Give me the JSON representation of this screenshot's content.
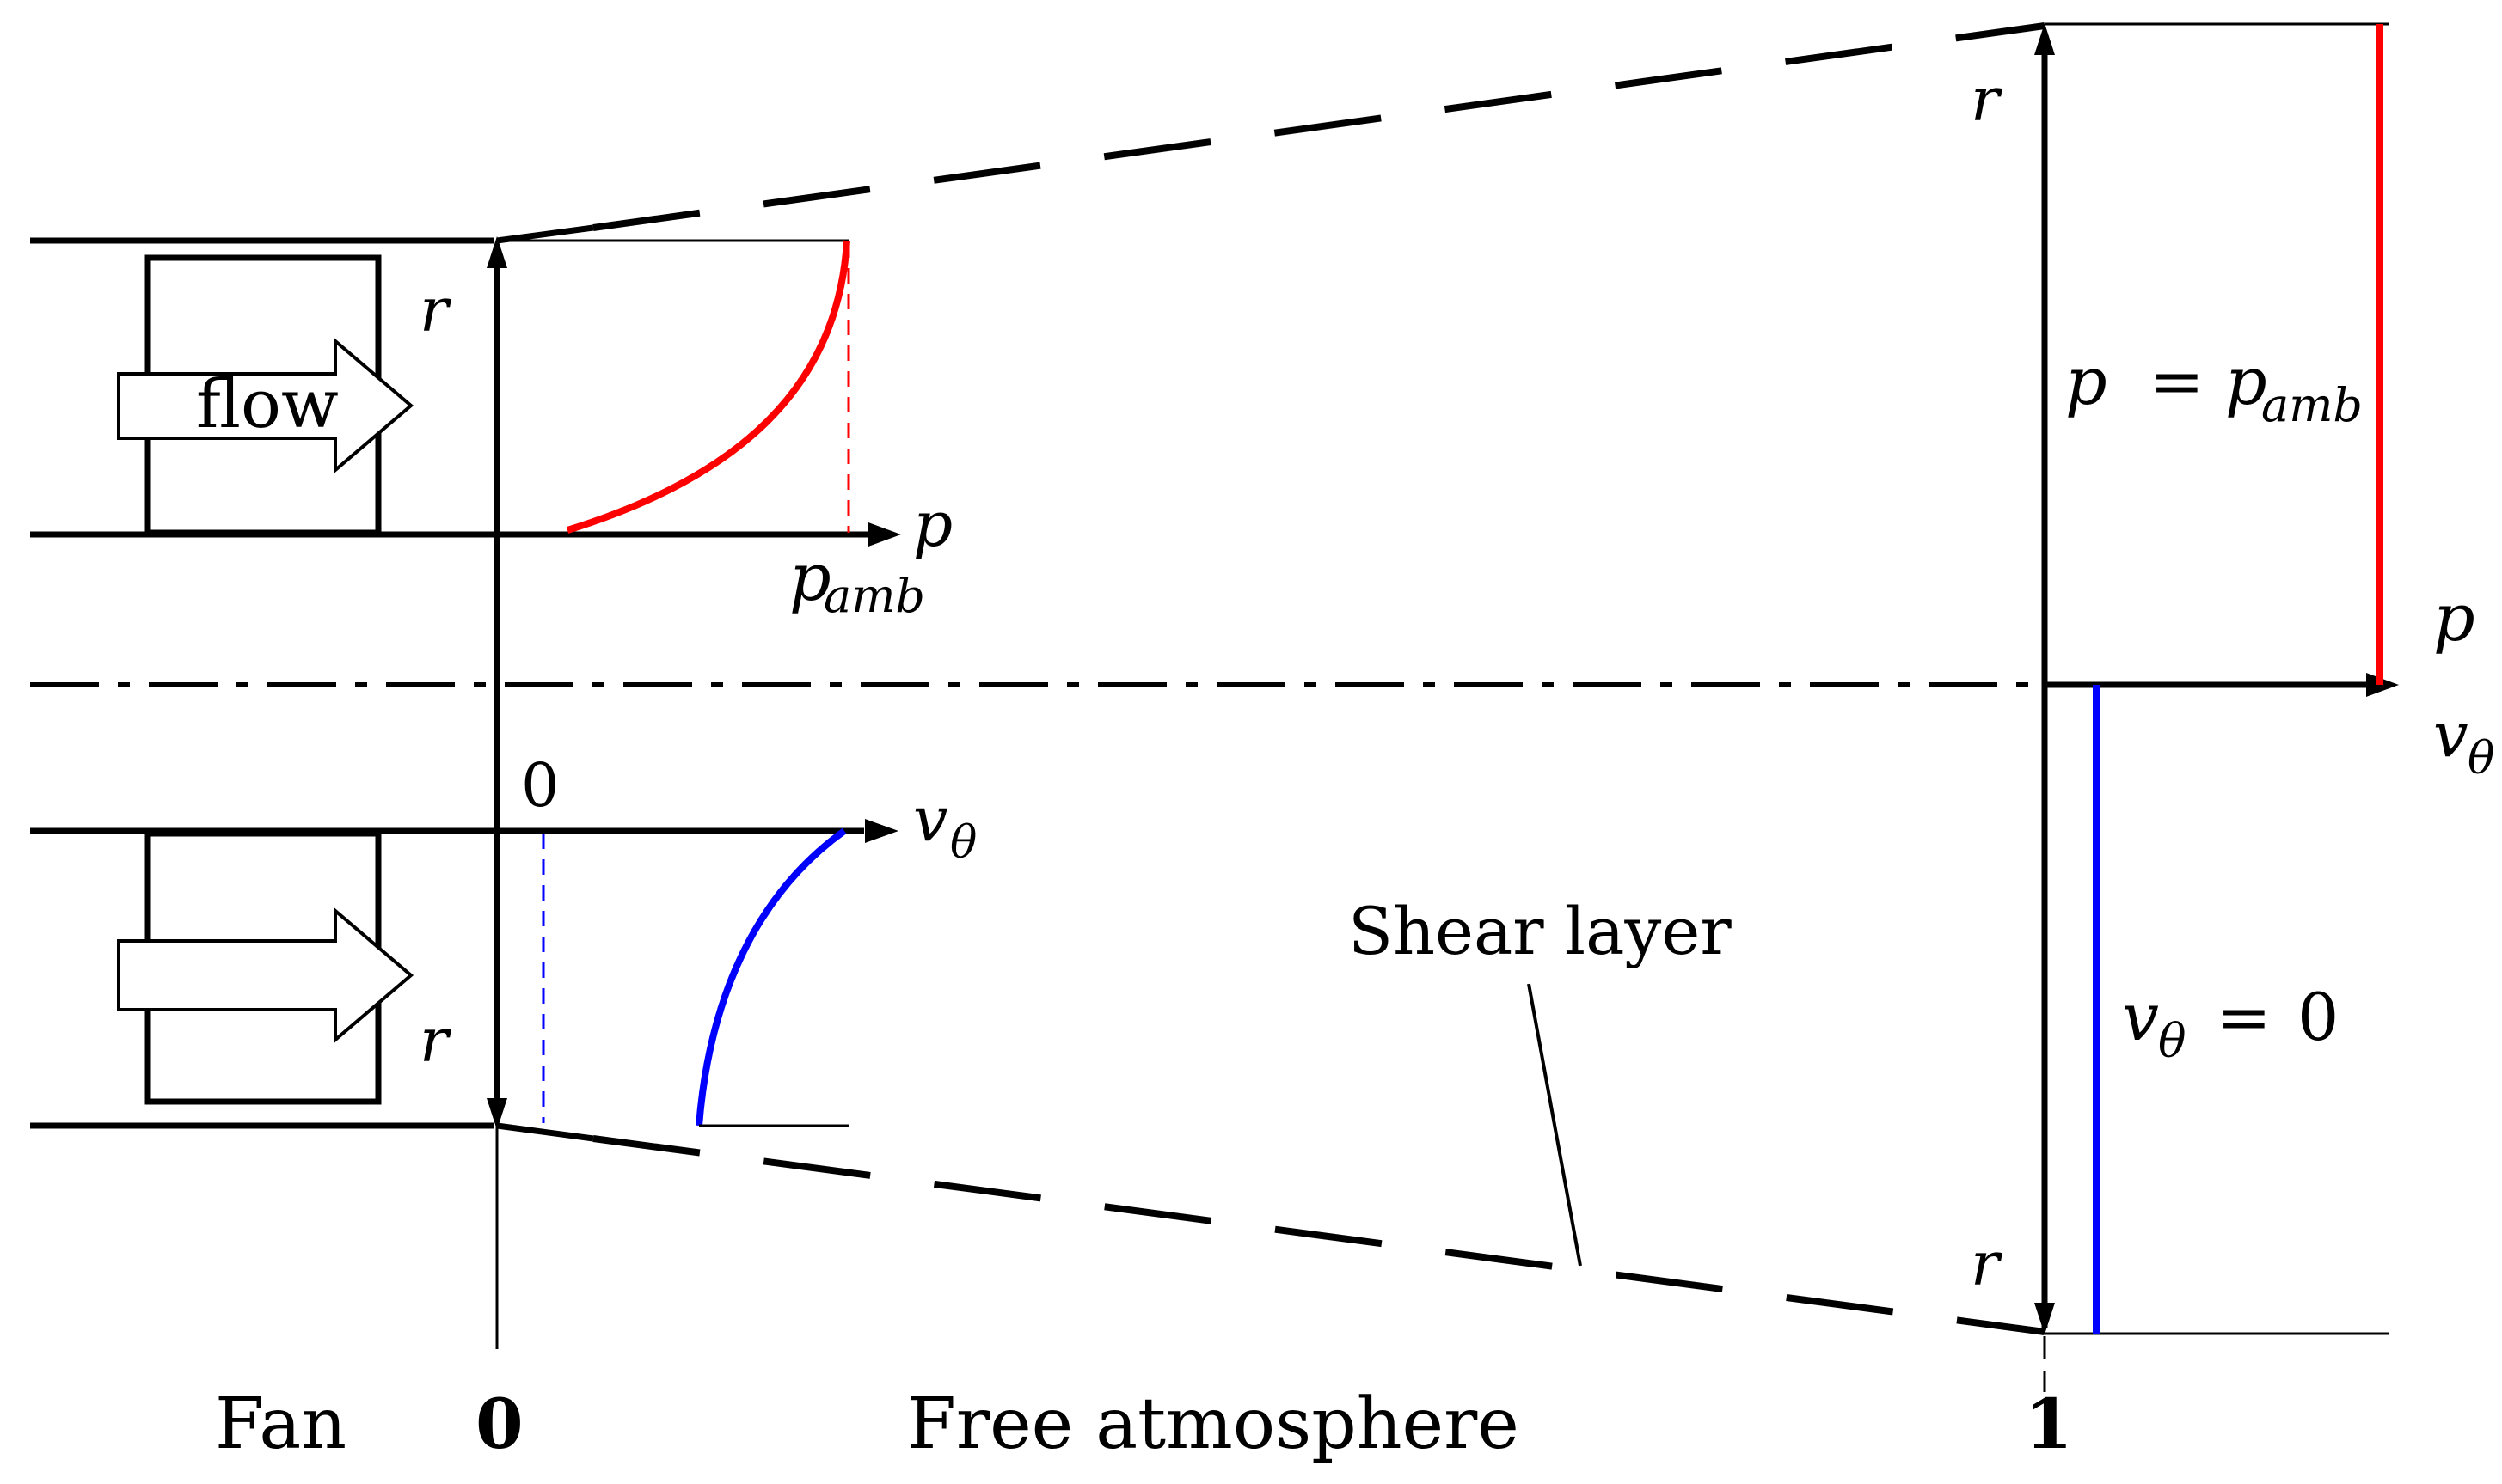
{
  "colors": {
    "stroke": "#000000",
    "pressure": "#ff0000",
    "swirl": "#0000ff",
    "background": "#ffffff"
  },
  "labels": {
    "flow": "flow",
    "r": "r",
    "p": "p",
    "p_amb": "amb",
    "v": "v",
    "theta": "θ",
    "zero_small": "0",
    "shear_layer": "Shear layer",
    "p_equals": "p",
    "equals_sign": "=",
    "v_equals": "v",
    "v_equals_zero": "0"
  },
  "stations": {
    "fan": "Fan",
    "station0": "0",
    "free_atmosphere": "Free atmosphere",
    "station1": "1"
  }
}
